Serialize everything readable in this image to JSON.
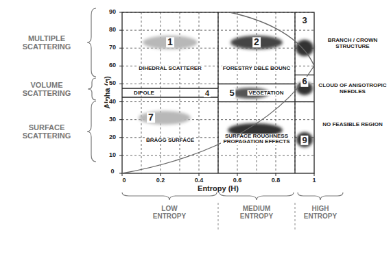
{
  "diagram": {
    "nodes": [
      {
        "text": [
          "1",
          "DIHEDRAL SCATTERER"
        ]
      },
      {
        "text": [
          "2",
          "FORESTRY DBLE BOUNC"
        ]
      },
      {
        "text": [
          "3"
        ]
      },
      {
        "text": [
          "4",
          "DIPOLE"
        ]
      },
      {
        "text": [
          "5",
          "VEGETATION"
        ]
      },
      {
        "text": [
          "6"
        ]
      },
      {
        "text": [
          "7",
          "BRAGG SURFACE"
        ]
      },
      {
        "text": [
          "SURFACE ROUGHNESS PROPAGATION EFFECTS"
        ]
      },
      {
        "text": [
          "9"
        ]
      }
    ],
    "labels": [
      "MULTIPLE SCATTERING",
      "VOLUME SCATTERING",
      "SURFACE SCATTERING",
      "Alpha (α)",
      "90",
      "80",
      "70",
      "60",
      "50",
      "40",
      "30",
      "20",
      "10",
      "0",
      "0",
      "0.2",
      "0.4",
      "0.6",
      "0.8",
      "1",
      "Entropy (H)",
      "BRANCH / CROWN STRUCTURE",
      "CLOUD OF ANISOTROPIC NEEDLES",
      "NO FEASIBLE REGION",
      "LOW ENTROPY",
      "MEDIUM ENTROPY",
      "HIGH ENTROPY"
    ]
  }
}
